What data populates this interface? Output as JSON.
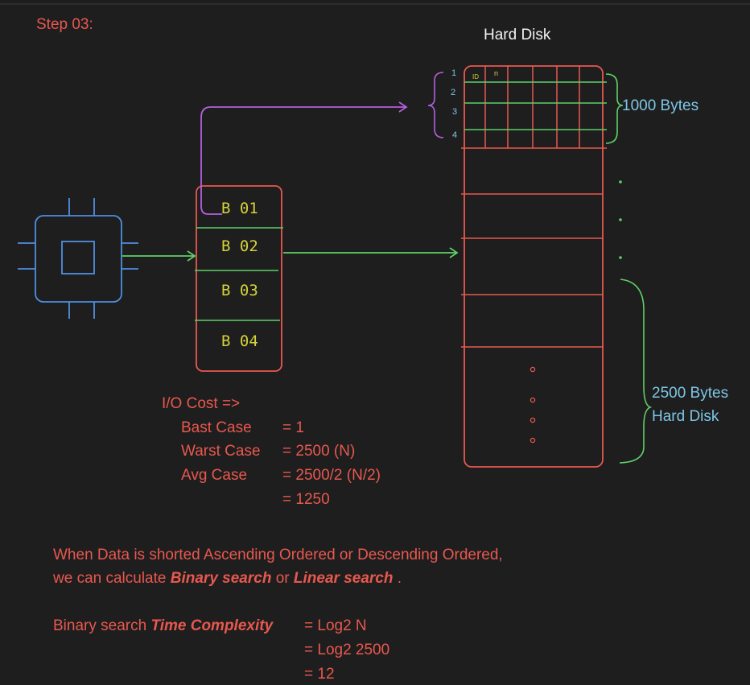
{
  "step_label": "Step 03:",
  "hard_disk_title": "Hard Disk",
  "row_numbers": [
    "1",
    "2",
    "3",
    "4"
  ],
  "column_headers": [
    "ID",
    "n"
  ],
  "size_1000": "1000 Bytes",
  "size_2500_line1": "2500 Bytes",
  "size_2500_line2": "Hard Disk",
  "buffer_blocks": [
    "B 01",
    "B 02",
    "B 03",
    "B 04"
  ],
  "io_cost": {
    "title": "I/O Cost =>",
    "best_label": "Bast Case",
    "best_value": "= 1",
    "worst_label": "Warst Case",
    "worst_value": "= 2500  (N)",
    "avg_label": "Avg Case",
    "avg_value": "= 2500/2 (N/2)",
    "avg_result": "= 1250"
  },
  "note": {
    "line1": "When Data is shorted Ascending Ordered or Descending Ordered,",
    "line2_a": "we can calculate ",
    "line2_b": "Binary search",
    "line2_c": " or  ",
    "line2_d": "Linear search",
    "line2_e": " ."
  },
  "complexity": {
    "label_a": "Binary search ",
    "label_b": "Time Complexity",
    "eq1": "= Log2 N",
    "eq2": "= Log2 2500",
    "eq3": "= 12"
  },
  "colors": {
    "background": "#1e1e1e",
    "red": "#e8584f",
    "green": "#5fd068",
    "blue": "#4f8fe0",
    "purple": "#b65fe0",
    "yellow": "#d6d23a",
    "cyan": "#7ec6e6"
  }
}
